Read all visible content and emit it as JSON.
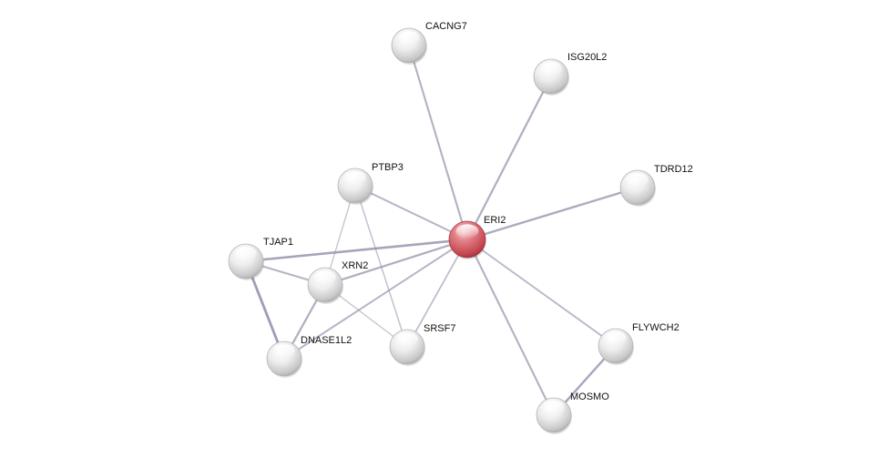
{
  "diagram": {
    "type": "protein-interaction-network",
    "colors": {
      "query_node": "#d9606a",
      "node": "#e4e4e4",
      "edge": "#8e8ea8",
      "label": "#111111"
    },
    "nodes": [
      {
        "id": "ERI2",
        "label": "ERI2",
        "role": "query"
      },
      {
        "id": "CACNG7",
        "label": "CACNG7",
        "role": "interactor"
      },
      {
        "id": "ISG20L2",
        "label": "ISG20L2",
        "role": "interactor"
      },
      {
        "id": "TDRD12",
        "label": "TDRD12",
        "role": "interactor"
      },
      {
        "id": "PTBP3",
        "label": "PTBP3",
        "role": "interactor"
      },
      {
        "id": "TJAP1",
        "label": "TJAP1",
        "role": "interactor"
      },
      {
        "id": "XRN2",
        "label": "XRN2",
        "role": "interactor"
      },
      {
        "id": "DNASE1L2",
        "label": "DNASE1L2",
        "role": "interactor"
      },
      {
        "id": "SRSF7",
        "label": "SRSF7",
        "role": "interactor"
      },
      {
        "id": "FLYWCH2",
        "label": "FLYWCH2",
        "role": "interactor"
      },
      {
        "id": "MOSMO",
        "label": "MOSMO",
        "role": "interactor"
      }
    ],
    "edges": [
      {
        "source": "ERI2",
        "target": "CACNG7",
        "weight": 0.55
      },
      {
        "source": "ERI2",
        "target": "ISG20L2",
        "weight": 0.6
      },
      {
        "source": "ERI2",
        "target": "TDRD12",
        "weight": 0.65
      },
      {
        "source": "ERI2",
        "target": "PTBP3",
        "weight": 0.5
      },
      {
        "source": "ERI2",
        "target": "TJAP1",
        "weight": 0.75
      },
      {
        "source": "ERI2",
        "target": "XRN2",
        "weight": 0.6
      },
      {
        "source": "ERI2",
        "target": "DNASE1L2",
        "weight": 0.5
      },
      {
        "source": "ERI2",
        "target": "SRSF7",
        "weight": 0.4
      },
      {
        "source": "ERI2",
        "target": "FLYWCH2",
        "weight": 0.45
      },
      {
        "source": "ERI2",
        "target": "MOSMO",
        "weight": 0.55
      },
      {
        "source": "TJAP1",
        "target": "XRN2",
        "weight": 0.5
      },
      {
        "source": "TJAP1",
        "target": "DNASE1L2",
        "weight": 0.85
      },
      {
        "source": "XRN2",
        "target": "DNASE1L2",
        "weight": 0.6
      },
      {
        "source": "XRN2",
        "target": "SRSF7",
        "weight": 0.25
      },
      {
        "source": "PTBP3",
        "target": "XRN2",
        "weight": 0.25
      },
      {
        "source": "PTBP3",
        "target": "SRSF7",
        "weight": 0.3
      },
      {
        "source": "FLYWCH2",
        "target": "MOSMO",
        "weight": 0.7
      }
    ]
  }
}
